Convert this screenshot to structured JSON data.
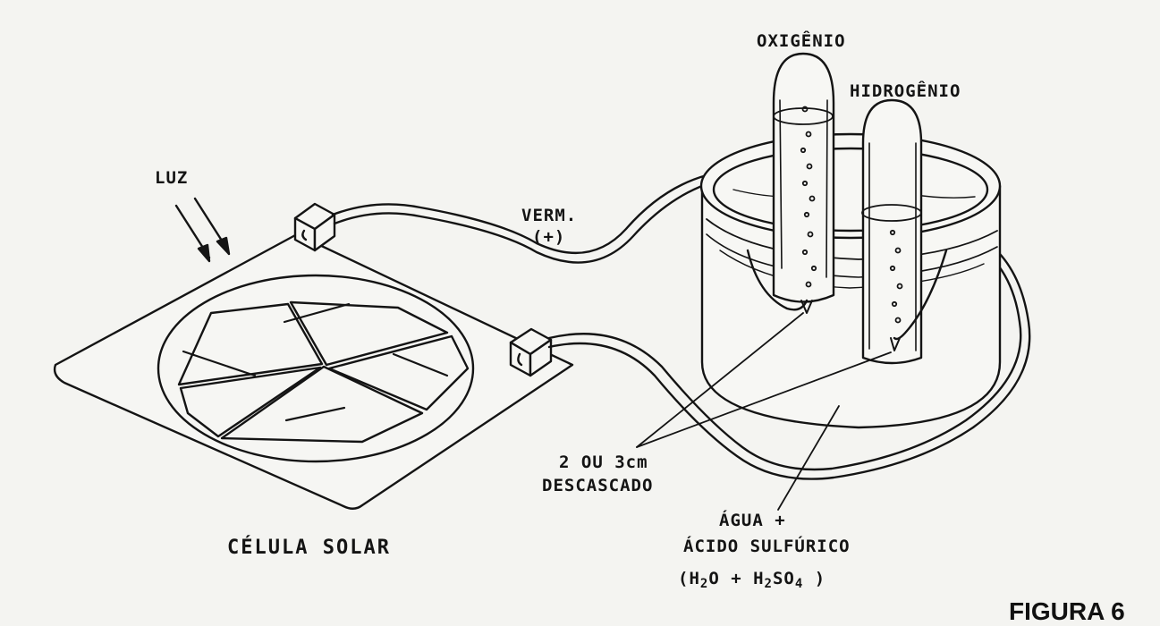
{
  "labels": {
    "luz": "LUZ",
    "verm_line1": "VERM.",
    "verm_line2": "(+)",
    "oxigenio": "OXIGÊNIO",
    "hidrogenio": "HIDROGÊNIO",
    "descascado_line1": "2 OU 3cm",
    "descascado_line2": "DESCASCADO",
    "agua_line1": "ÁGUA +",
    "agua_line2": "ÁCIDO SULFÚRICO",
    "celula_solar": "CÉLULA SOLAR",
    "figura": "FIGURA 6"
  },
  "formula": {
    "open": "(",
    "h": "H",
    "h_sub": "2",
    "o": "O + H",
    "h2_sub": "2",
    "so": "SO",
    "so_sub": "4",
    "close": " )"
  },
  "colors": {
    "ink": "#141414",
    "paper": "#f4f4f1",
    "bleed_through": "#c9c9c4"
  }
}
